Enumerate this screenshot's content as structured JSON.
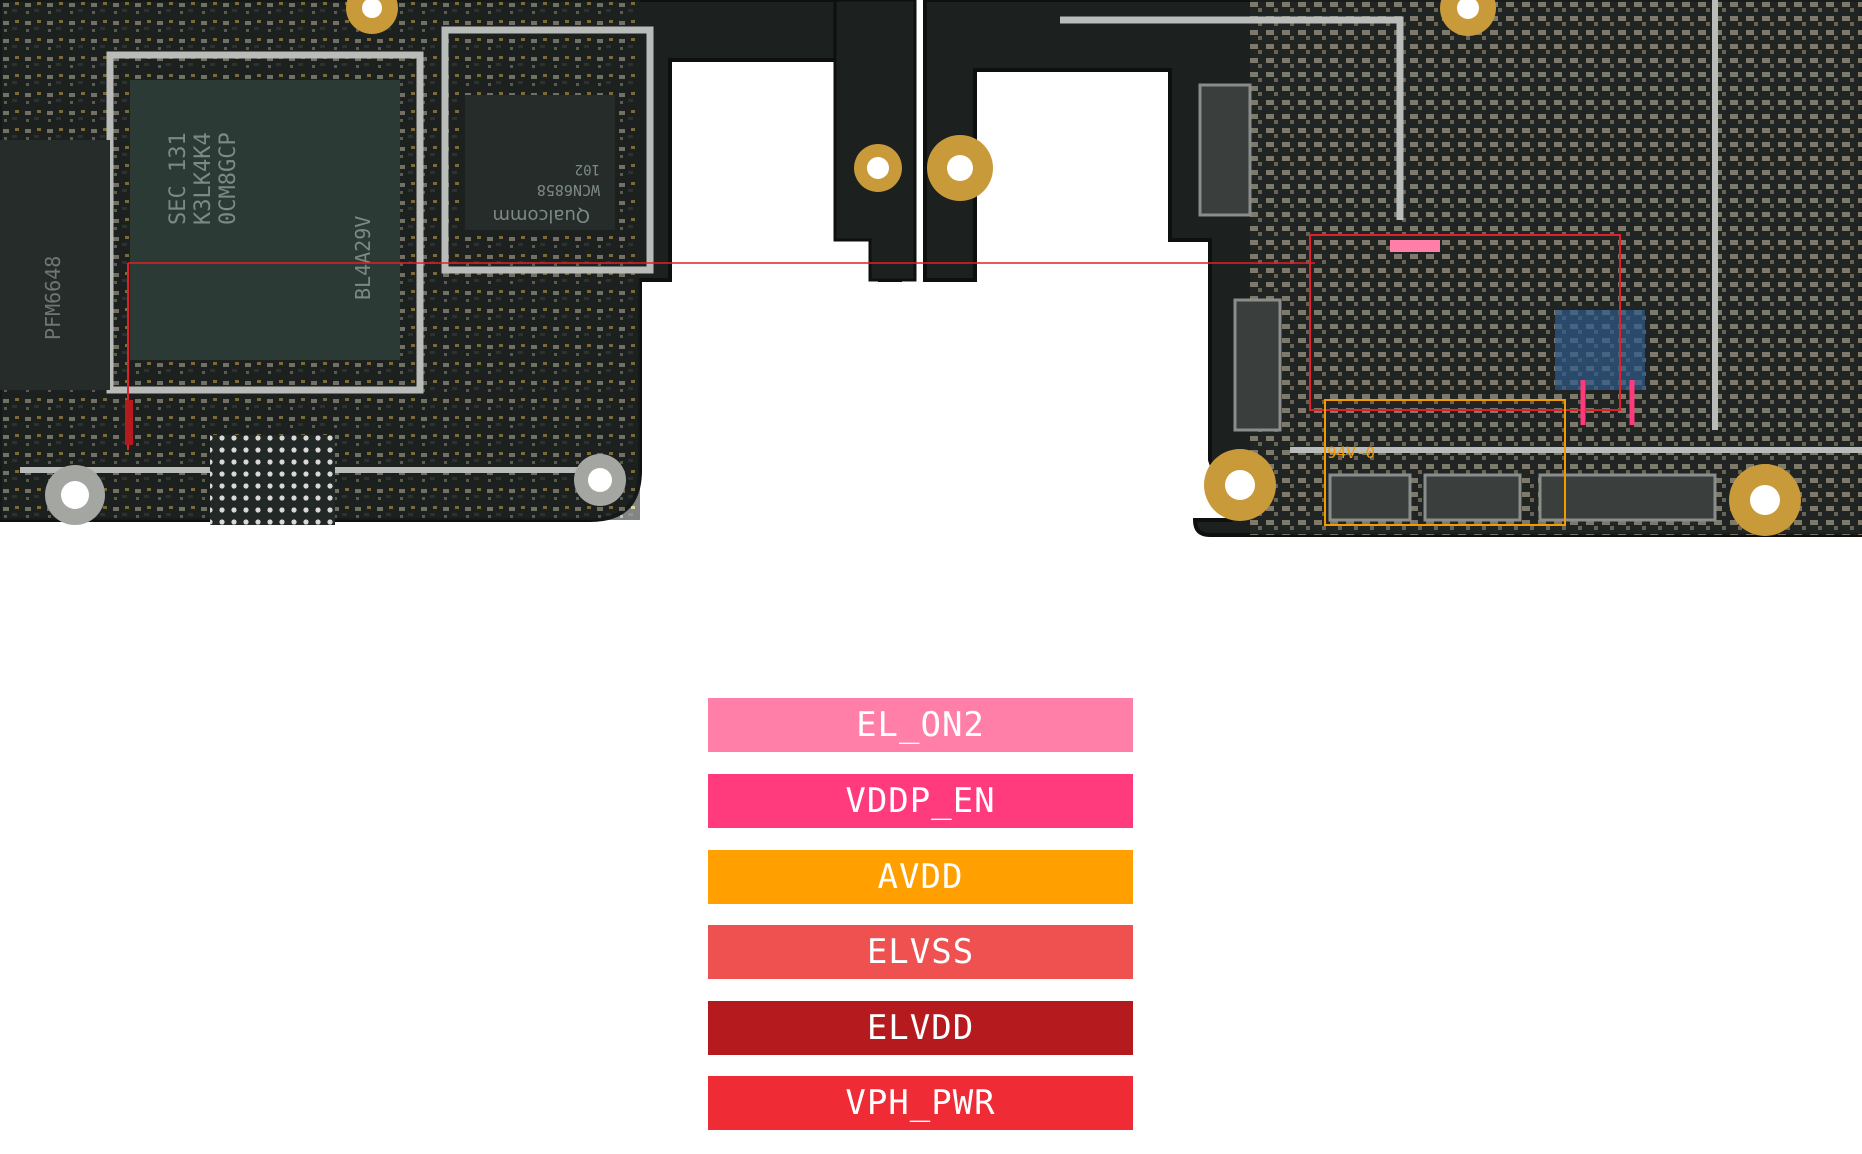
{
  "board": {
    "chip_labels": {
      "memory": [
        "SEC 131",
        "K3LK4K4",
        "0CM8GCP"
      ],
      "qualcomm_brand": "Qualcomm",
      "qualcomm_part": "WCN6858",
      "qualcomm_sub": "102",
      "bga_left": "PFM6648",
      "rotated_part": "BL4A29V",
      "flex_marking": "94V-0"
    },
    "colors": {
      "pcb": "#1c211f",
      "pcb_edge": "#0d100f",
      "shield": "#b9bcb8",
      "gold": "#c99a3a",
      "trace_red": "#e0202a",
      "trace_orange": "#f29a00",
      "trace_pink": "#ff3a7a"
    }
  },
  "legend": [
    {
      "label": "EL_ON2",
      "color": "#ff7fa8"
    },
    {
      "label": "VDDP_EN",
      "color": "#ff3b7d"
    },
    {
      "label": "AVDD",
      "color": "#ff9f00"
    },
    {
      "label": "ELVSS",
      "color": "#ef5050"
    },
    {
      "label": "ELVDD",
      "color": "#b51a1e"
    },
    {
      "label": "VPH_PWR",
      "color": "#ef2b35"
    }
  ]
}
